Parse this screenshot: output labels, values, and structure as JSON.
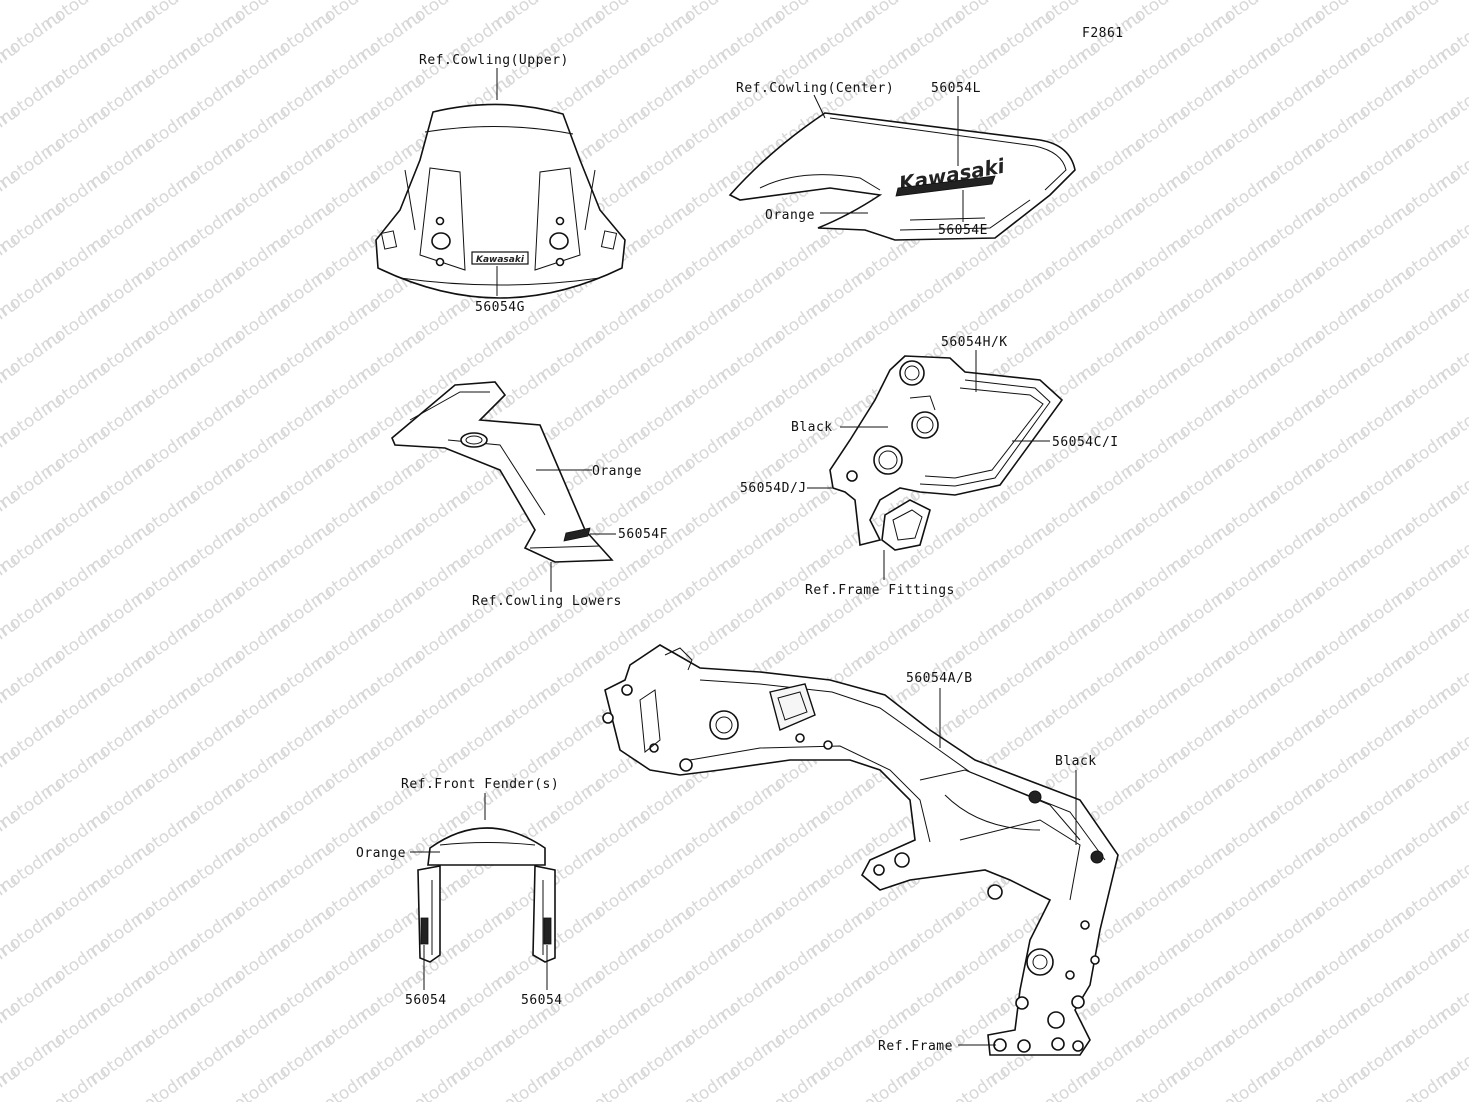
{
  "figure_id": "F2861",
  "watermark": "motod.ru",
  "brand_text": "Kawasaki",
  "labels": {
    "cowling_upper_ref": "Ref.Cowling(Upper)",
    "part_56054G": "56054G",
    "cowling_center_ref": "Ref.Cowling(Center)",
    "part_56054L": "56054L",
    "orange_center": "Orange",
    "part_56054E": "56054E",
    "part_56054HK": "56054H/K",
    "black_frame_fitting": "Black",
    "part_56054CI": "56054C/I",
    "part_56054DJ": "56054D/J",
    "frame_fittings_ref": "Ref.Frame Fittings",
    "orange_lowers": "Orange",
    "part_56054F": "56054F",
    "cowling_lowers_ref": "Ref.Cowling Lowers",
    "part_56054AB": "56054A/B",
    "black_frame": "Black",
    "frame_ref": "Ref.Frame",
    "front_fender_ref": "Ref.Front Fender(s)",
    "orange_fender": "Orange",
    "part_56054_left": "56054",
    "part_56054_right": "56054"
  }
}
